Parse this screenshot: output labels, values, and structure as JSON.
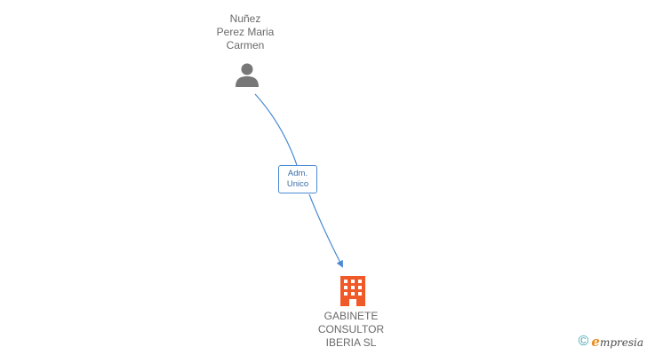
{
  "person": {
    "name_lines": [
      "Nuñez",
      "Perez Maria",
      "Carmen"
    ],
    "icon": "person-icon"
  },
  "company": {
    "name_lines": [
      "GABINETE",
      "CONSULTOR",
      "IBERIA SL"
    ],
    "icon": "building-icon"
  },
  "relation": {
    "label_lines": [
      "Adm.",
      "Unico"
    ]
  },
  "brand": {
    "copyright": "©",
    "first_letter": "e",
    "rest": "mpresia"
  },
  "colors": {
    "edge": "#4a8ad4",
    "person_icon": "#777777",
    "company_icon": "#f05a28",
    "text": "#6a6a6a"
  }
}
